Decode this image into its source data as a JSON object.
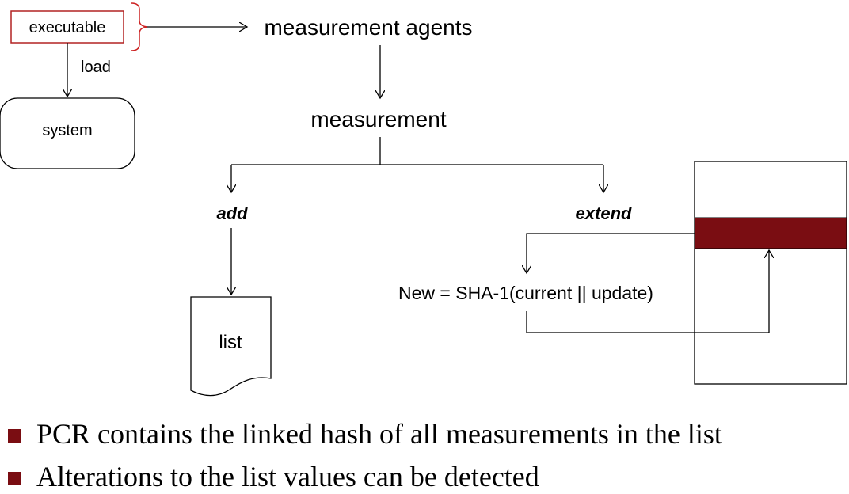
{
  "diagram": {
    "executable": "executable",
    "load": "load",
    "system": "system",
    "measurement_agents": "measurement agents",
    "measurement": "measurement",
    "add": "add",
    "extend": "extend",
    "list": "list",
    "formula": "New = SHA-1(current || update)"
  },
  "bullets": [
    "PCR contains the linked hash of all measurements in the list",
    "Alterations to the list values can be detected"
  ],
  "colors": {
    "accent": "#7a0d12",
    "executable_border": "#b22222",
    "brace": "#cc2222"
  }
}
